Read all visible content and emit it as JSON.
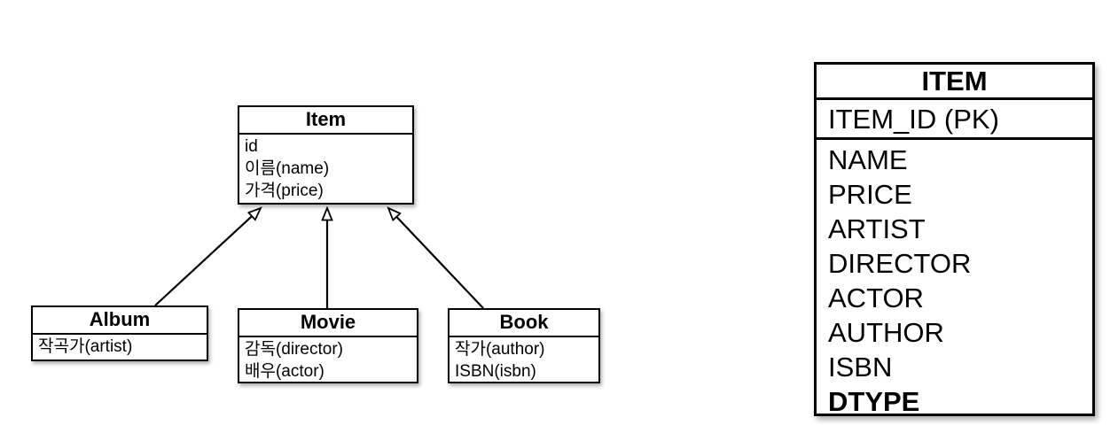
{
  "colors": {
    "ink": "#000000",
    "background": "#ffffff"
  },
  "class_diagram": {
    "item": {
      "title": "Item",
      "attrs": [
        "id",
        "이름(name)",
        "가격(price)"
      ]
    },
    "album": {
      "title": "Album",
      "attrs": [
        "작곡가(artist)"
      ]
    },
    "movie": {
      "title": "Movie",
      "attrs": [
        "감독(director)",
        "배우(actor)"
      ]
    },
    "book": {
      "title": "Book",
      "attrs": [
        "작가(author)",
        "ISBN(isbn)"
      ]
    }
  },
  "table": {
    "title": "ITEM",
    "pk": "ITEM_ID (PK)",
    "columns": [
      "NAME",
      "PRICE",
      "ARTIST",
      "DIRECTOR",
      "ACTOR",
      "AUTHOR",
      "ISBN",
      "DTYPE"
    ]
  }
}
